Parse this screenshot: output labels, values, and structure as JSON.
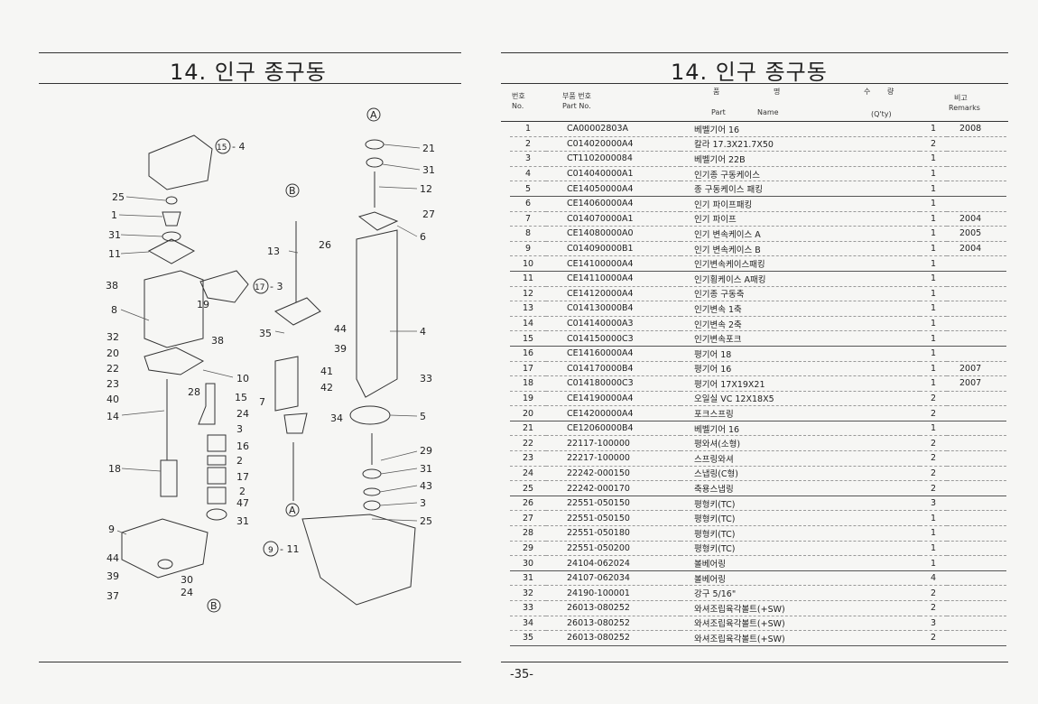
{
  "left_title": "14. 인구 종구동",
  "right_title": "14. 인구 종구동",
  "page_number": "-35-",
  "table_headers": {
    "no_ko": "번호",
    "no_en": "No.",
    "part_no_ko": "부품 번호",
    "part_no_en": "Part No.",
    "name_ko_1": "품",
    "name_ko_2": "명",
    "part_en": "Part",
    "name_en": "Name",
    "qty_ko_1": "수",
    "qty_ko_2": "량",
    "qty_en": "(Q'ty)",
    "remarks_ko": "비고",
    "remarks_en": "Remarks"
  },
  "diagram_labels": {
    "A": "A",
    "B": "B",
    "c15": "15",
    "c17": "17",
    "c9": "9",
    "l15_4": "- 4",
    "l17_3": "- 3",
    "l9_11": "- 11",
    "n21": "21",
    "n31a": "31",
    "n12": "12",
    "n27": "27",
    "n6": "6",
    "n4": "4",
    "n33": "33",
    "n5": "5",
    "n29": "29",
    "n31b": "31",
    "n43": "43",
    "n3b": "3",
    "n25b": "25",
    "n26": "26",
    "n13": "13",
    "n44a": "44",
    "n39a": "39",
    "n35": "35",
    "n41": "41",
    "n42": "42",
    "n7": "7",
    "n34": "34",
    "n25": "25",
    "n1": "1",
    "n31": "31",
    "n11": "11",
    "n38": "38",
    "n8": "8",
    "n19": "19",
    "n38b": "38",
    "n32": "32",
    "n20": "20",
    "n22": "22",
    "n23": "23",
    "n40": "40",
    "n28": "28",
    "n10": "10",
    "n15": "15",
    "n14": "14",
    "n24": "24",
    "n3": "3",
    "n16": "16",
    "n2": "2",
    "n18": "18",
    "n17": "17",
    "n2b": "2",
    "n47": "47",
    "n31c": "31",
    "n9": "9",
    "n44": "44",
    "n39": "39",
    "n30": "30",
    "n37": "37",
    "n24b": "24"
  },
  "parts": [
    {
      "no": "1",
      "part_no": "CA00002803A",
      "name": "베벨기어 16",
      "qty": "1",
      "remarks": "2008"
    },
    {
      "no": "2",
      "part_no": "C014020000A4",
      "name": "칼라 17.3X21.7X50",
      "qty": "2",
      "remarks": ""
    },
    {
      "no": "3",
      "part_no": "CT1102000084",
      "name": "베벨기어 22B",
      "qty": "1",
      "remarks": ""
    },
    {
      "no": "4",
      "part_no": "C014040000A1",
      "name": "인기종 구동케이스",
      "qty": "1",
      "remarks": ""
    },
    {
      "no": "5",
      "part_no": "CE14050000A4",
      "name": "종 구동케이스 패킹",
      "qty": "1",
      "remarks": ""
    },
    {
      "no": "6",
      "part_no": "CE14060000A4",
      "name": "인기 파이프패킹",
      "qty": "1",
      "remarks": ""
    },
    {
      "no": "7",
      "part_no": "C014070000A1",
      "name": "인기 파이프",
      "qty": "1",
      "remarks": "2004"
    },
    {
      "no": "8",
      "part_no": "CE14080000A0",
      "name": "인기 변속케이스 A",
      "qty": "1",
      "remarks": "2005"
    },
    {
      "no": "9",
      "part_no": "C014090000B1",
      "name": "인기 변속케이스 B",
      "qty": "1",
      "remarks": "2004"
    },
    {
      "no": "10",
      "part_no": "CE14100000A4",
      "name": "인기변속케이스패킹",
      "qty": "1",
      "remarks": ""
    },
    {
      "no": "11",
      "part_no": "CE14110000A4",
      "name": "인기횡케이스 A패킹",
      "qty": "1",
      "remarks": ""
    },
    {
      "no": "12",
      "part_no": "CE14120000A4",
      "name": "인기종 구동축",
      "qty": "1",
      "remarks": ""
    },
    {
      "no": "13",
      "part_no": "C014130000B4",
      "name": "인기변속 1축",
      "qty": "1",
      "remarks": ""
    },
    {
      "no": "14",
      "part_no": "C014140000A3",
      "name": "인기변속 2축",
      "qty": "1",
      "remarks": ""
    },
    {
      "no": "15",
      "part_no": "C014150000C3",
      "name": "인기변속포크",
      "qty": "1",
      "remarks": ""
    },
    {
      "no": "16",
      "part_no": "CE14160000A4",
      "name": "평기어 18",
      "qty": "1",
      "remarks": ""
    },
    {
      "no": "17",
      "part_no": "C014170000B4",
      "name": "평기어 16",
      "qty": "1",
      "remarks": "2007"
    },
    {
      "no": "18",
      "part_no": "C014180000C3",
      "name": "평기어 17X19X21",
      "qty": "1",
      "remarks": "2007"
    },
    {
      "no": "19",
      "part_no": "CE14190000A4",
      "name": "오일실 VC 12X18X5",
      "qty": "2",
      "remarks": ""
    },
    {
      "no": "20",
      "part_no": "CE14200000A4",
      "name": "포크스프링",
      "qty": "2",
      "remarks": ""
    },
    {
      "no": "21",
      "part_no": "CE12060000B4",
      "name": "베벨기어 16",
      "qty": "1",
      "remarks": ""
    },
    {
      "no": "22",
      "part_no": "22117-100000",
      "name": "평와셔(소형)",
      "qty": "2",
      "remarks": ""
    },
    {
      "no": "23",
      "part_no": "22217-100000",
      "name": "스프링와셔",
      "qty": "2",
      "remarks": ""
    },
    {
      "no": "24",
      "part_no": "22242-000150",
      "name": "스냅링(C형)",
      "qty": "2",
      "remarks": ""
    },
    {
      "no": "25",
      "part_no": "22242-000170",
      "name": "축용스냅링",
      "qty": "2",
      "remarks": ""
    },
    {
      "no": "26",
      "part_no": "22551-050150",
      "name": "평형키(TC)",
      "qty": "3",
      "remarks": ""
    },
    {
      "no": "27",
      "part_no": "22551-050150",
      "name": "평형키(TC)",
      "qty": "1",
      "remarks": ""
    },
    {
      "no": "28",
      "part_no": "22551-050180",
      "name": "평형키(TC)",
      "qty": "1",
      "remarks": ""
    },
    {
      "no": "29",
      "part_no": "22551-050200",
      "name": "평형키(TC)",
      "qty": "1",
      "remarks": ""
    },
    {
      "no": "30",
      "part_no": "24104-062024",
      "name": "볼베어링",
      "qty": "1",
      "remarks": ""
    },
    {
      "no": "31",
      "part_no": "24107-062034",
      "name": "볼베어링",
      "qty": "4",
      "remarks": ""
    },
    {
      "no": "32",
      "part_no": "24190-100001",
      "name": "강구 5/16\"",
      "qty": "2",
      "remarks": ""
    },
    {
      "no": "33",
      "part_no": "26013-080252",
      "name": "와셔조립육각볼트(+SW)",
      "qty": "2",
      "remarks": ""
    },
    {
      "no": "34",
      "part_no": "26013-080252",
      "name": "와셔조립육각볼트(+SW)",
      "qty": "3",
      "remarks": ""
    },
    {
      "no": "35",
      "part_no": "26013-080252",
      "name": "와셔조립육각볼트(+SW)",
      "qty": "2",
      "remarks": ""
    }
  ]
}
